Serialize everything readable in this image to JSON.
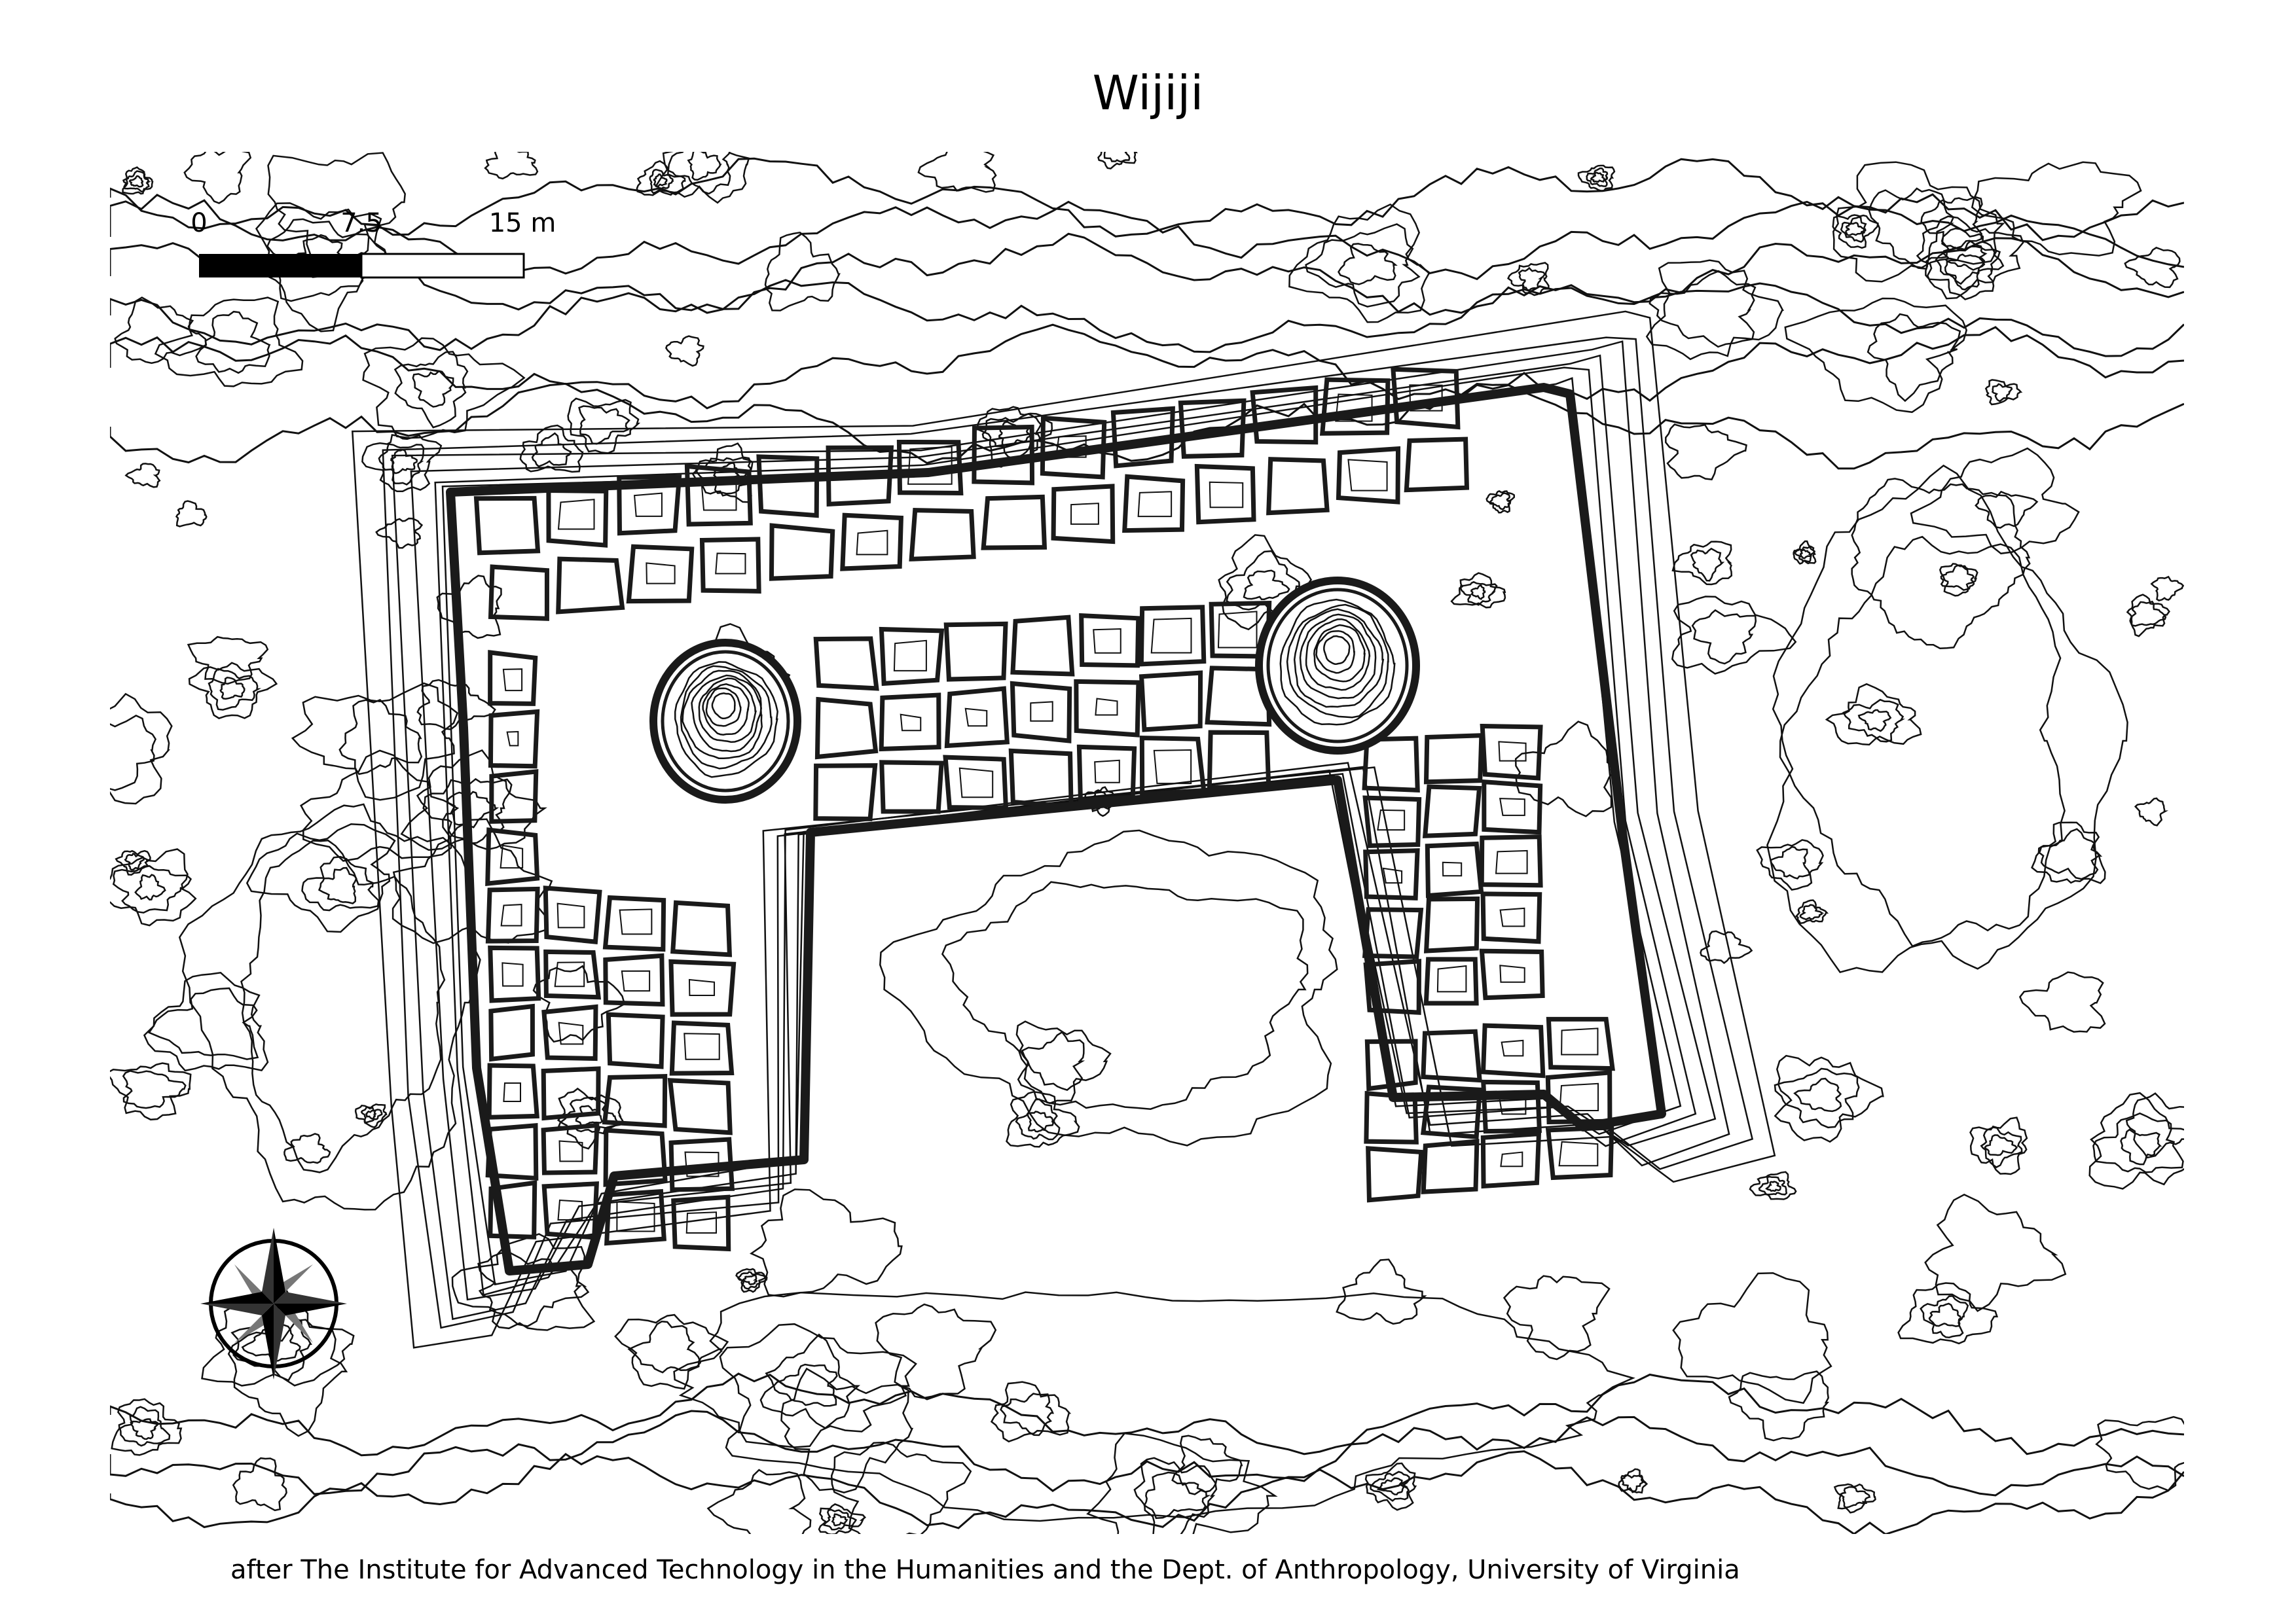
{
  "map": {
    "title": "Wijiji",
    "credit": "after The Institute for Advanced Technology in the Humanities and the Dept. of Anthropology, University of Virginia"
  },
  "scale_bar": {
    "labels": [
      "0",
      "7.5",
      "15 m"
    ]
  },
  "north_arrow": {
    "icon": "compass-rose-icon"
  },
  "colors": {
    "background": "#ffffff",
    "contour": "#111111",
    "wall": "#1a1a1a"
  }
}
